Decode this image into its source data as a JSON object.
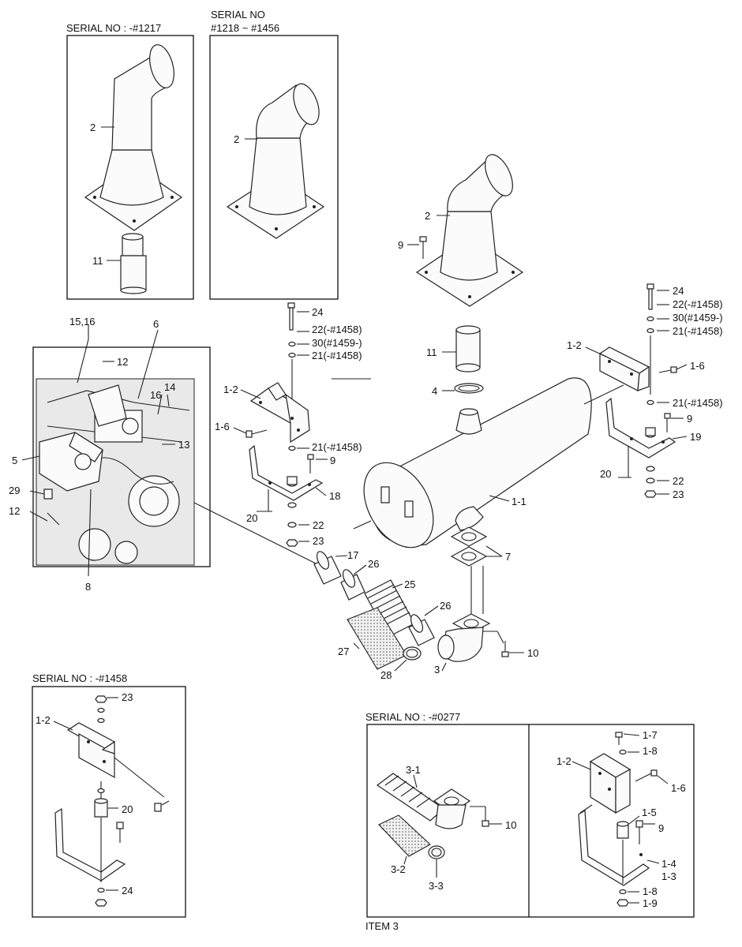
{
  "headings": {
    "serial_1217": "SERIAL NO : -#1217",
    "serial_1218_a": "SERIAL NO",
    "serial_1218_b": "#1218 ~ #1456",
    "serial_1458": "SERIAL NO : -#1458",
    "serial_0277": "SERIAL NO : -#0277",
    "item3": "ITEM 3"
  },
  "labels": {
    "p2": "2",
    "p11": "11",
    "p9": "9",
    "p24": "24",
    "p22_1458": "22(-#1458)",
    "p30_1459": "30(#1459-)",
    "p21_1458": "21(-#1458)",
    "p1_2": "1-2",
    "p1_6": "1-6",
    "p4": "4",
    "p19": "19",
    "p20": "20",
    "p22": "22",
    "p23": "23",
    "p18": "18",
    "p1_1": "1-1",
    "p7": "7",
    "p10": "10",
    "p3": "3",
    "p17": "17",
    "p26": "26",
    "p25": "25",
    "p27": "27",
    "p28": "28",
    "p15_16": "15,16",
    "p6": "6",
    "p12": "12",
    "p16": "16",
    "p14": "14",
    "p13": "13",
    "p5": "5",
    "p29": "29",
    "p8": "8",
    "p3_1": "3-1",
    "p3_2": "3-2",
    "p3_3": "3-3",
    "p1_7": "1-7",
    "p1_8": "1-8",
    "p1_5": "1-5",
    "p1_4": "1-4",
    "p1_3": "1-3",
    "p1_9": "1-9"
  }
}
